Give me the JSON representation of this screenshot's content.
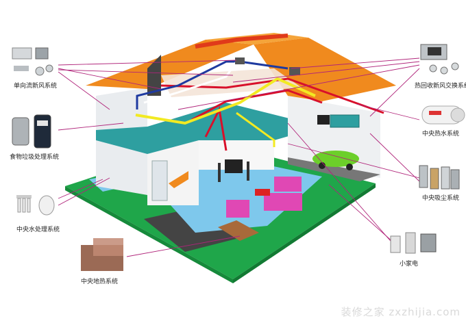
{
  "systems": {
    "fresh_air_oneway": "单向流新风系统",
    "food_waste": "食物垃圾处理系统",
    "central_water": "中央水处理系统",
    "floor_heating": "中央地热系统",
    "heat_recovery": "热回收新风交换系统",
    "central_hot_water": "中央热水系统",
    "central_vacuum": "中央吸尘系统",
    "small_appliances": "小家电"
  },
  "watermark": "装修之家 zxzhijia.com",
  "colors": {
    "roof": "#f08a1e",
    "roof_ridge": "#e03a1a",
    "ground": "#1fa64a",
    "floor_blue": "#7ec8ec",
    "teal_floor": "#2e9fa0",
    "pipe_red": "#d8102a",
    "pipe_yellow": "#f2ea22",
    "pipe_blue": "#1e3aa0",
    "leader_line": "#b0247a"
  }
}
